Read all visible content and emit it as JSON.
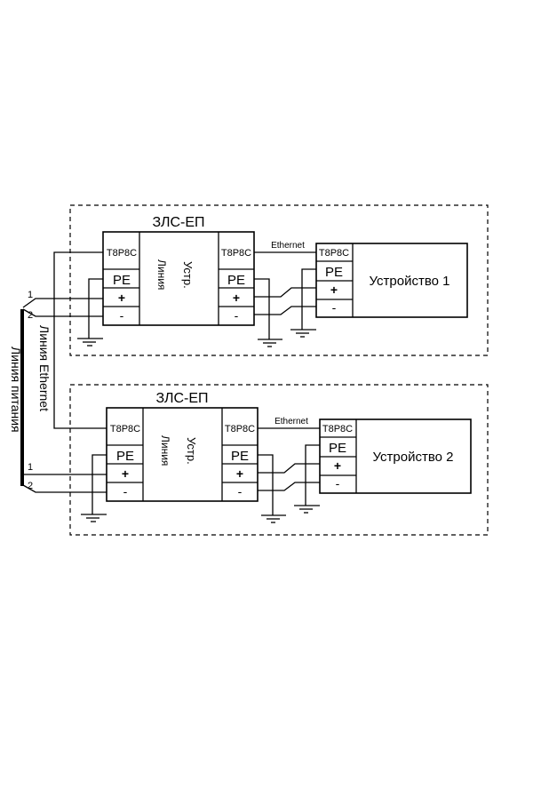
{
  "left_labels": {
    "ethernet_line": "Линия Ethernet",
    "power_line": "Линия питания",
    "wire1": "1",
    "wire2": "2"
  },
  "blocks": [
    {
      "module_title": "ЗЛС-ЕП",
      "left_port": "T8P8C",
      "right_port": "T8P8C",
      "pe": "PE",
      "plus": "+",
      "minus": "-",
      "side_line": "Линия",
      "side_device": "Устр.",
      "link_label": "Ethernet",
      "device_port": "T8P8C",
      "device_name": "Устройство 1"
    },
    {
      "module_title": "ЗЛС-ЕП",
      "left_port": "T8P8C",
      "right_port": "T8P8C",
      "pe": "PE",
      "plus": "+",
      "minus": "-",
      "side_line": "Линия",
      "side_device": "Устр.",
      "link_label": "Ethernet",
      "device_port": "T8P8C",
      "device_name": "Устройство 2"
    }
  ]
}
